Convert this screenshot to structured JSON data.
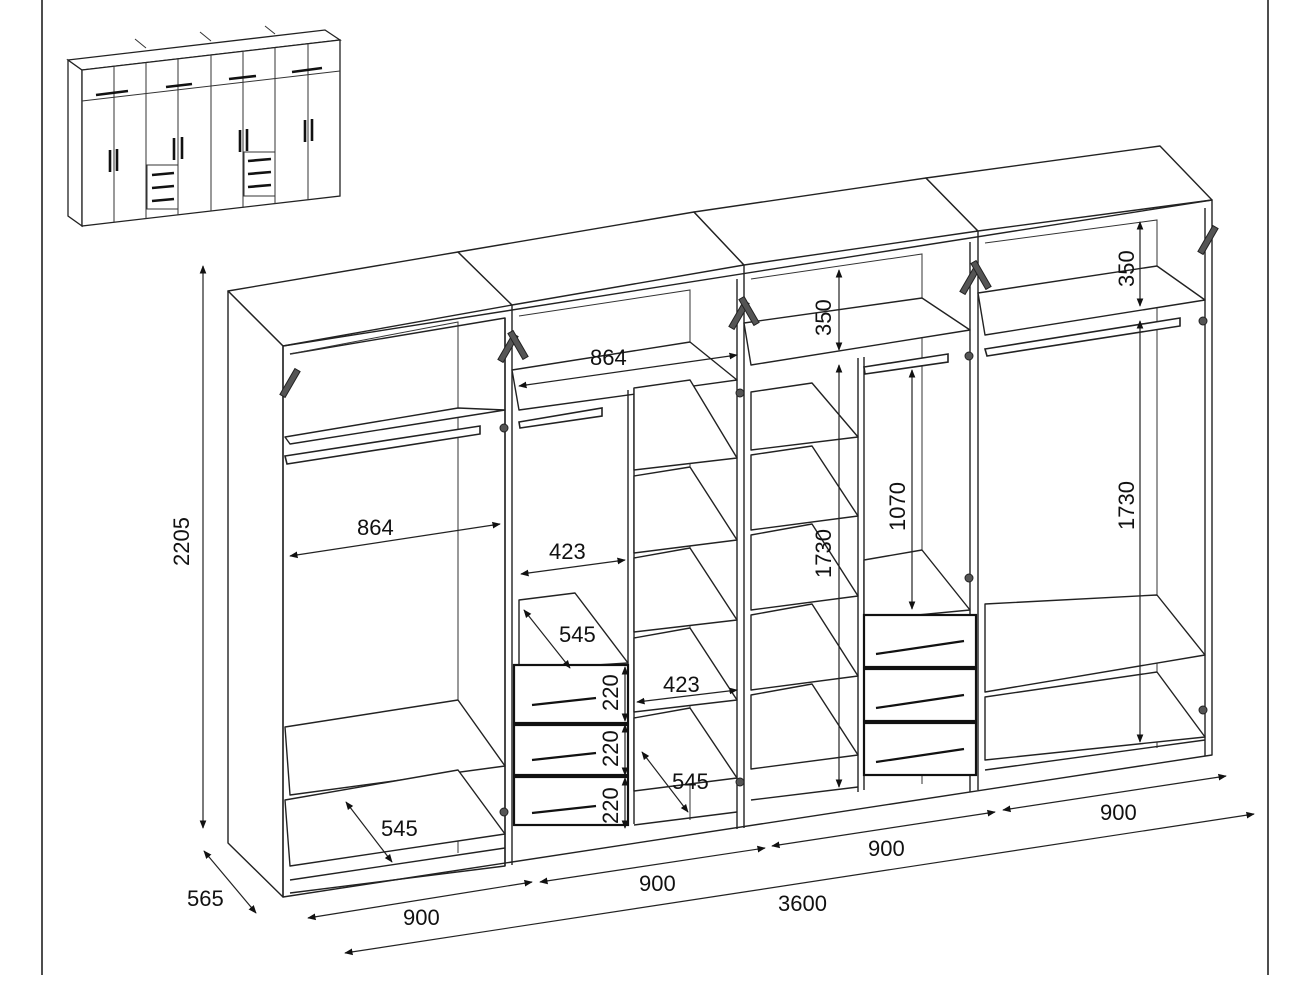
{
  "diagram": {
    "type": "wardrobe-dimension-drawing",
    "units_shown": "none",
    "dimensions": {
      "total_height": "2205",
      "total_depth": "565",
      "total_width": "3600",
      "section_widths": [
        "900",
        "900",
        "900",
        "900"
      ],
      "inner_width_left": "864",
      "inner_width_top": "864",
      "compartment_width_1": "423",
      "compartment_width_2": "423",
      "depth_1": "545",
      "depth_2": "545",
      "depth_3": "545",
      "drawer_heights": [
        "220",
        "220",
        "220"
      ],
      "top_shelf_height_1": "350",
      "top_shelf_height_2": "350",
      "hanging_height_1": "1730",
      "hanging_height_2": "1730",
      "hanging_height_short": "1070"
    }
  }
}
